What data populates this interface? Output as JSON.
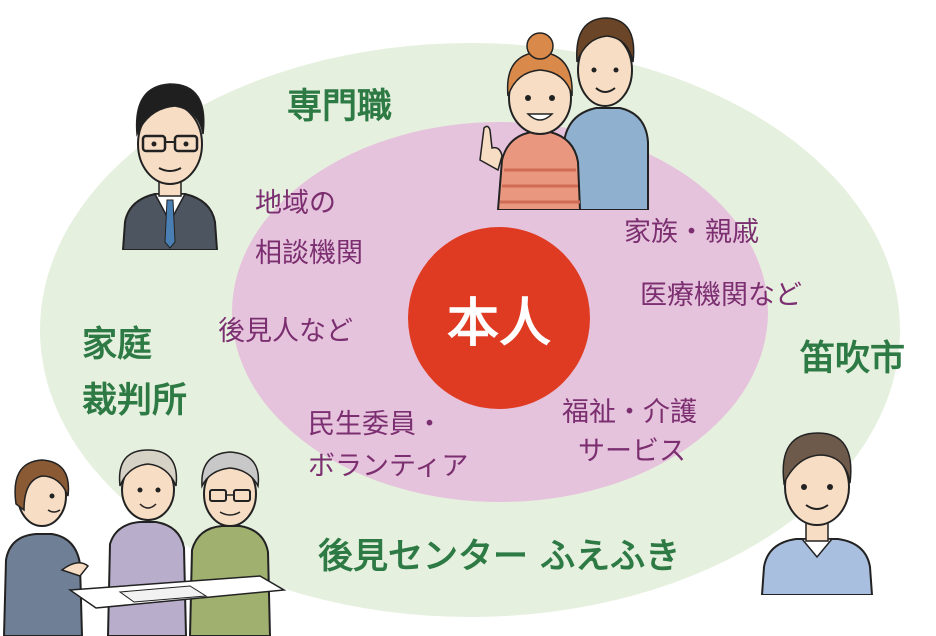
{
  "center": {
    "label": "本人",
    "color": "#df3b23"
  },
  "outer_ring": {
    "color": "#e6f0df",
    "labels": {
      "professional": "専門職",
      "family_court_1": "家庭",
      "family_court_2": "裁判所",
      "city": "笛吹市",
      "center_name": "後見センター ふえふき"
    }
  },
  "inner_ring": {
    "color": "#e6c3dc",
    "labels": {
      "regional_1": "地域の",
      "regional_2": "相談機関",
      "guardian": "後見人など",
      "commissioner_1": "民生委員・",
      "commissioner_2": "ボランティア",
      "family": "家族・親戚",
      "medical": "医療機関など",
      "welfare_1": "福祉・介護",
      "welfare_2": "サービス"
    }
  },
  "text_colors": {
    "outer": "#2e7a45",
    "inner": "#7b2f70"
  }
}
